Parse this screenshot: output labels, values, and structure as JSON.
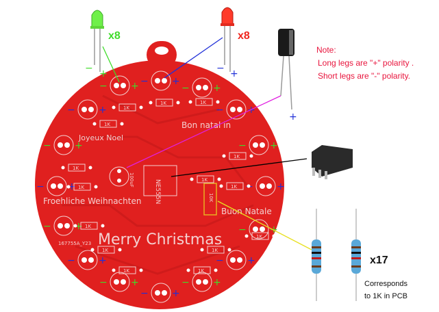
{
  "leds": {
    "green_count": "x8",
    "red_count": "x8",
    "green_color": "#3fdc2a",
    "red_color": "#f0261e"
  },
  "note": {
    "title": "Note:",
    "line1": "Long legs are \"+\" polarity .",
    "line2": "Short legs are \"-\" polarity."
  },
  "resistors": {
    "count": "x17",
    "caption_line1": "Corresponds",
    "caption_line2": "to 1K in PCB"
  },
  "pcb": {
    "color": "#e0201f",
    "greetings": {
      "joyeux": "Joyeux Noel",
      "bon": "Bon natal in",
      "froehliche": "Froehliche Weihnachten",
      "buon": "Buon Natale",
      "merry": "Merry Christmas"
    },
    "part_code": "167755A_Y23",
    "ic_label": "NE555N",
    "cap_label": "100uF",
    "highlight_resistor": "10K",
    "resistor_label": "1K"
  },
  "signs": {
    "plus": "+",
    "minus": "−"
  }
}
